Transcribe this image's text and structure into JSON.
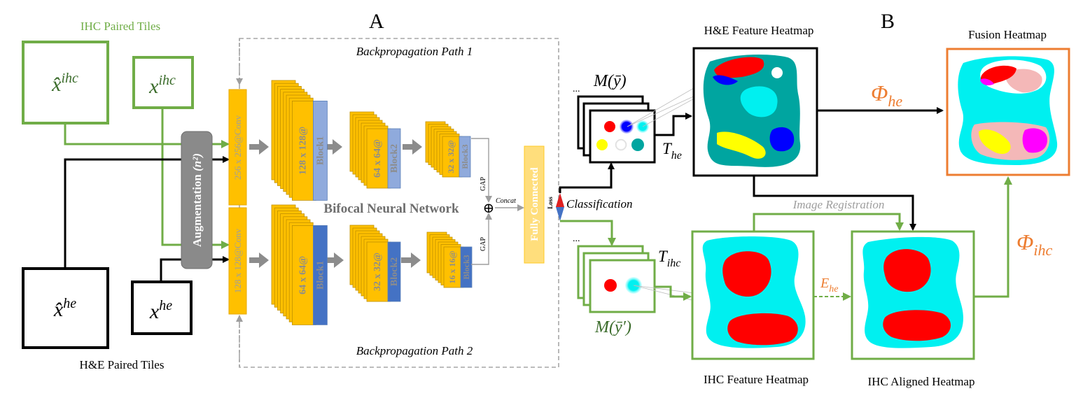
{
  "colors": {
    "green": "#70ad47",
    "orange": "#ed7d31",
    "yellow": "#ffc000",
    "gold_edge": "#bf9000",
    "blue": "#4472c4",
    "light_blue": "#8faadc",
    "teal": "#00a5a0",
    "cyan": "#00f0f0",
    "red": "#ff0000",
    "pure_blue": "#0000ff",
    "gray": "#808080",
    "text_dark": "#262626"
  },
  "panel_a": {
    "letter": "A",
    "title_ihc_tiles": "IHC Paired Tiles",
    "title_he_tiles": "H&E Paired Tiles",
    "x_hat_ihc": {
      "base": "x̂",
      "sup": "ihc"
    },
    "x_ihc": {
      "base": "x",
      "sup": "ihc"
    },
    "x_hat_he": {
      "base": "x̂",
      "sup": "he"
    },
    "x_he": {
      "base": "x",
      "sup": "he"
    },
    "augmentation_label": "Augmentation",
    "augmentation_param": "(n²)",
    "backprop_1": "Backpropagation Path 1",
    "backprop_2": "Backpropagation Path 2",
    "network_name": "Bifocal Neural Network",
    "top_conv": "256 x 256@Conv",
    "bottom_conv": "128 x 128@Conv",
    "top_blocks": [
      {
        "size": "128 x 128@",
        "name": "Block1"
      },
      {
        "size": "64 x 64@",
        "name": "Block2"
      },
      {
        "size": "32 x 32@",
        "name": "Block3"
      }
    ],
    "bottom_blocks": [
      {
        "size": "64 x 64@",
        "name": "Block1"
      },
      {
        "size": "32 x 32@",
        "name": "Block2"
      },
      {
        "size": "16 x 16@",
        "name": "Block3"
      }
    ],
    "gap_label": "GAP",
    "concat_label": "Concat",
    "concat_symbol": "⊕",
    "fc_label": "Fully Connected",
    "loss_label": "Loss",
    "classification_label": "Classification",
    "ellipsis": "..."
  },
  "panel_b": {
    "letter": "B",
    "m_y": "M(ȳ)",
    "m_y_prime": "M(ȳ′)",
    "t_he": {
      "base": "T",
      "sub": "he"
    },
    "t_ihc": {
      "base": "T",
      "sub": "ihc"
    },
    "e_he": {
      "base": "E",
      "sub": "he"
    },
    "phi_he": {
      "base": "Φ",
      "sub": "he"
    },
    "phi_ihc": {
      "base": "Φ",
      "sub": "ihc"
    },
    "he_heatmap_title": "H&E Feature Heatmap",
    "fusion_title": "Fusion Heatmap",
    "ihc_feature_title": "IHC Feature Heatmap",
    "ihc_aligned_title": "IHC Aligned Heatmap",
    "image_registration": "Image Registration"
  }
}
